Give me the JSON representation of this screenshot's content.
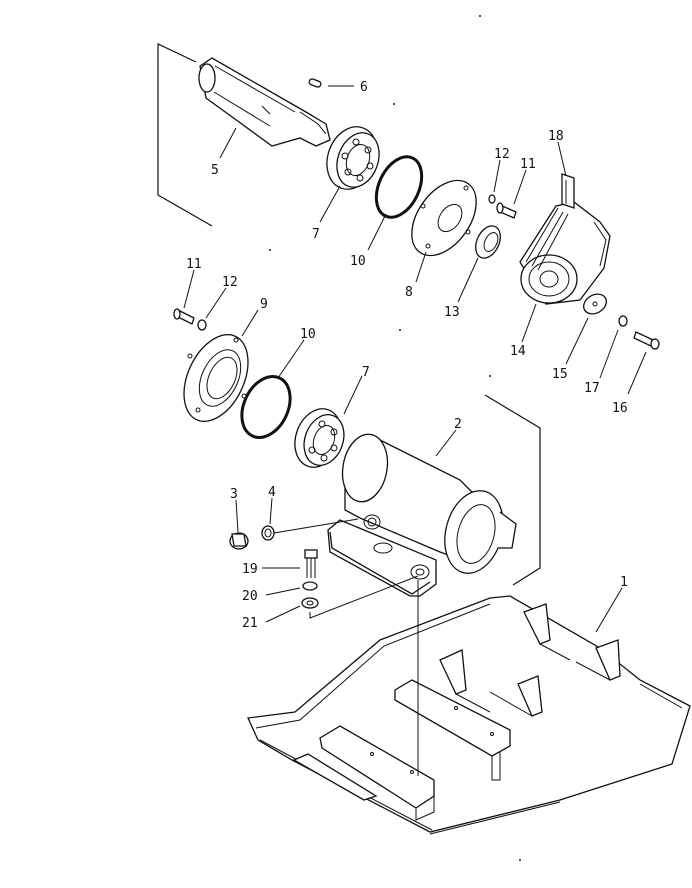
{
  "labels": {
    "l1": "1",
    "l2": "2",
    "l3": "3",
    "l4": "4",
    "l5": "5",
    "l6": "6",
    "l7a": "7",
    "l7b": "7",
    "l8": "8",
    "l9": "9",
    "l10a": "10",
    "l10b": "10",
    "l11a": "11",
    "l11b": "11",
    "l12a": "12",
    "l12b": "12",
    "l13": "13",
    "l14": "14",
    "l15": "15",
    "l16": "16",
    "l17": "17",
    "l18": "18",
    "l19": "19",
    "l20": "20",
    "l21": "21"
  }
}
